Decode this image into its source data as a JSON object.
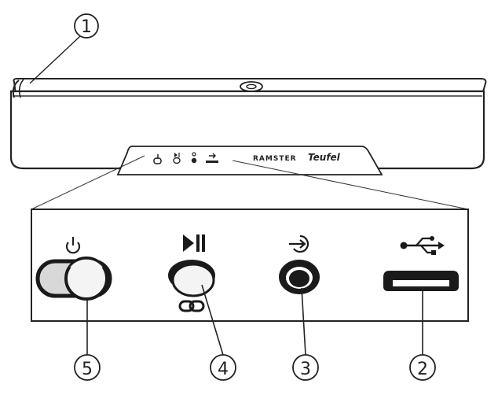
{
  "callouts": {
    "c1": "1",
    "c2": "2",
    "c3": "3",
    "c4": "4",
    "c5": "5"
  },
  "device": {
    "model_label": "RAMSTER",
    "brand_label": "Teufel"
  },
  "icons": {
    "power": "power-icon",
    "play_pause": "play-pause-icon",
    "link": "link-icon",
    "aux_in": "aux-input-icon",
    "usb": "usb-icon"
  },
  "colors": {
    "line": "#222222",
    "body": "#ffffff",
    "button_fill": "#f4f4f4",
    "jack": "#111111"
  }
}
